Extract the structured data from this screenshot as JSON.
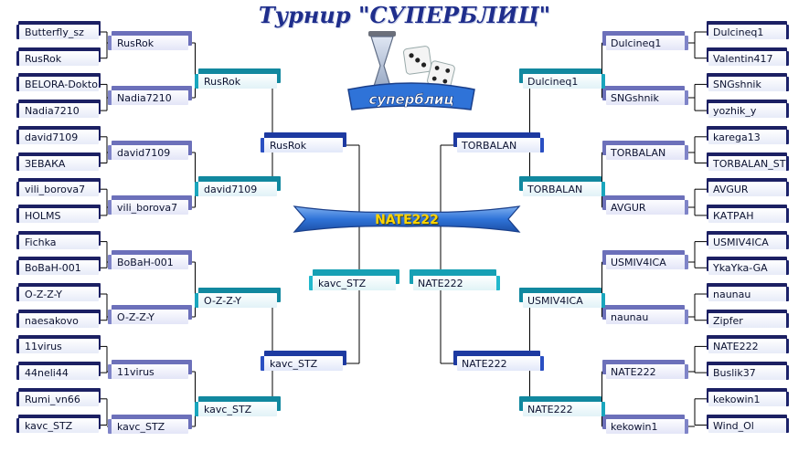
{
  "title": "Турнир \"СУПЕРБЛИЦ\"",
  "logo": {
    "text": "суперблиц",
    "icon": "hourglass-dice-logo"
  },
  "champion": "NATE222",
  "colors": {
    "title": "#1f2e8c",
    "champion": "#ffd400",
    "banner": "#2f73d8",
    "line": "#000000"
  },
  "left": {
    "r1": [
      "Butterfly_sz",
      "RusRok",
      "BELORA-Dokto",
      "Nadia7210",
      "david7109",
      "ЗЕВАКА",
      "vili_borova7",
      "HOLMS",
      "Fichka",
      "BoBaH-001",
      "O-Z-Z-Y",
      "naesakovo",
      "11virus",
      "44neli44",
      "Rumi_vn66",
      "kavc_STZ"
    ],
    "r2": [
      "RusRok",
      "Nadia7210",
      "david7109",
      "vili_borova7",
      "BoBaH-001",
      "O-Z-Z-Y",
      "11virus",
      "kavc_STZ"
    ],
    "r3": [
      "RusRok",
      "david7109",
      "O-Z-Z-Y",
      "kavc_STZ"
    ],
    "r4": [
      "RusRok",
      "kavc_STZ"
    ],
    "final": "kavc_STZ"
  },
  "right": {
    "r1": [
      "Dulcineq1",
      "Valentin417",
      "SNGshnik",
      "yozhik_y",
      "karega13",
      "TORBALAN_ST",
      "AVGUR",
      "КАТРАН",
      "USMIV4ICA",
      "YkaYka-GA",
      "naunau",
      "Zipfer",
      "NATE222",
      "Buslik37",
      "kekowin1",
      "Wind_Ol"
    ],
    "r2": [
      "Dulcineq1",
      "SNGshnik",
      "TORBALAN",
      "AVGUR",
      "USMIV4ICA",
      "naunau",
      "NATE222",
      "kekowin1"
    ],
    "r3": [
      "Dulcineq1",
      "TORBALAN",
      "USMIV4ICA",
      "NATE222"
    ],
    "r4": [
      "TORBALAN",
      "NATE222"
    ],
    "final": "NATE222"
  }
}
